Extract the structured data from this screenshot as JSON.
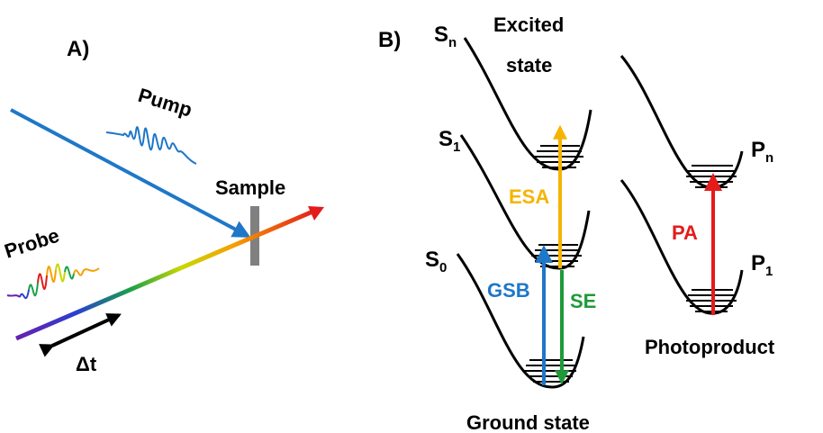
{
  "panel_a": {
    "label": "A)",
    "pump_label": "Pump",
    "probe_label": "Probe",
    "sample_label": "Sample",
    "delay_label": "Δt"
  },
  "panel_b": {
    "label": "B)",
    "excited_state_line1": "Excited",
    "excited_state_line2": "state",
    "ground_state_label": "Ground state",
    "photoproduct_label": "Photoproduct",
    "states": [
      {
        "letter": "S",
        "sub": "n"
      },
      {
        "letter": "S",
        "sub": "1"
      },
      {
        "letter": "S",
        "sub": "0"
      },
      {
        "letter": "P",
        "sub": "n"
      },
      {
        "letter": "P",
        "sub": "1"
      }
    ],
    "transitions": [
      {
        "name": "ESA",
        "color": "#f5b400"
      },
      {
        "name": "GSB",
        "color": "#1f77c8"
      },
      {
        "name": "SE",
        "color": "#1f9a3a"
      },
      {
        "name": "PA",
        "color": "#e41b1b"
      }
    ]
  },
  "colors": {
    "pump": "#1f77c8",
    "sample": "#808080"
  }
}
